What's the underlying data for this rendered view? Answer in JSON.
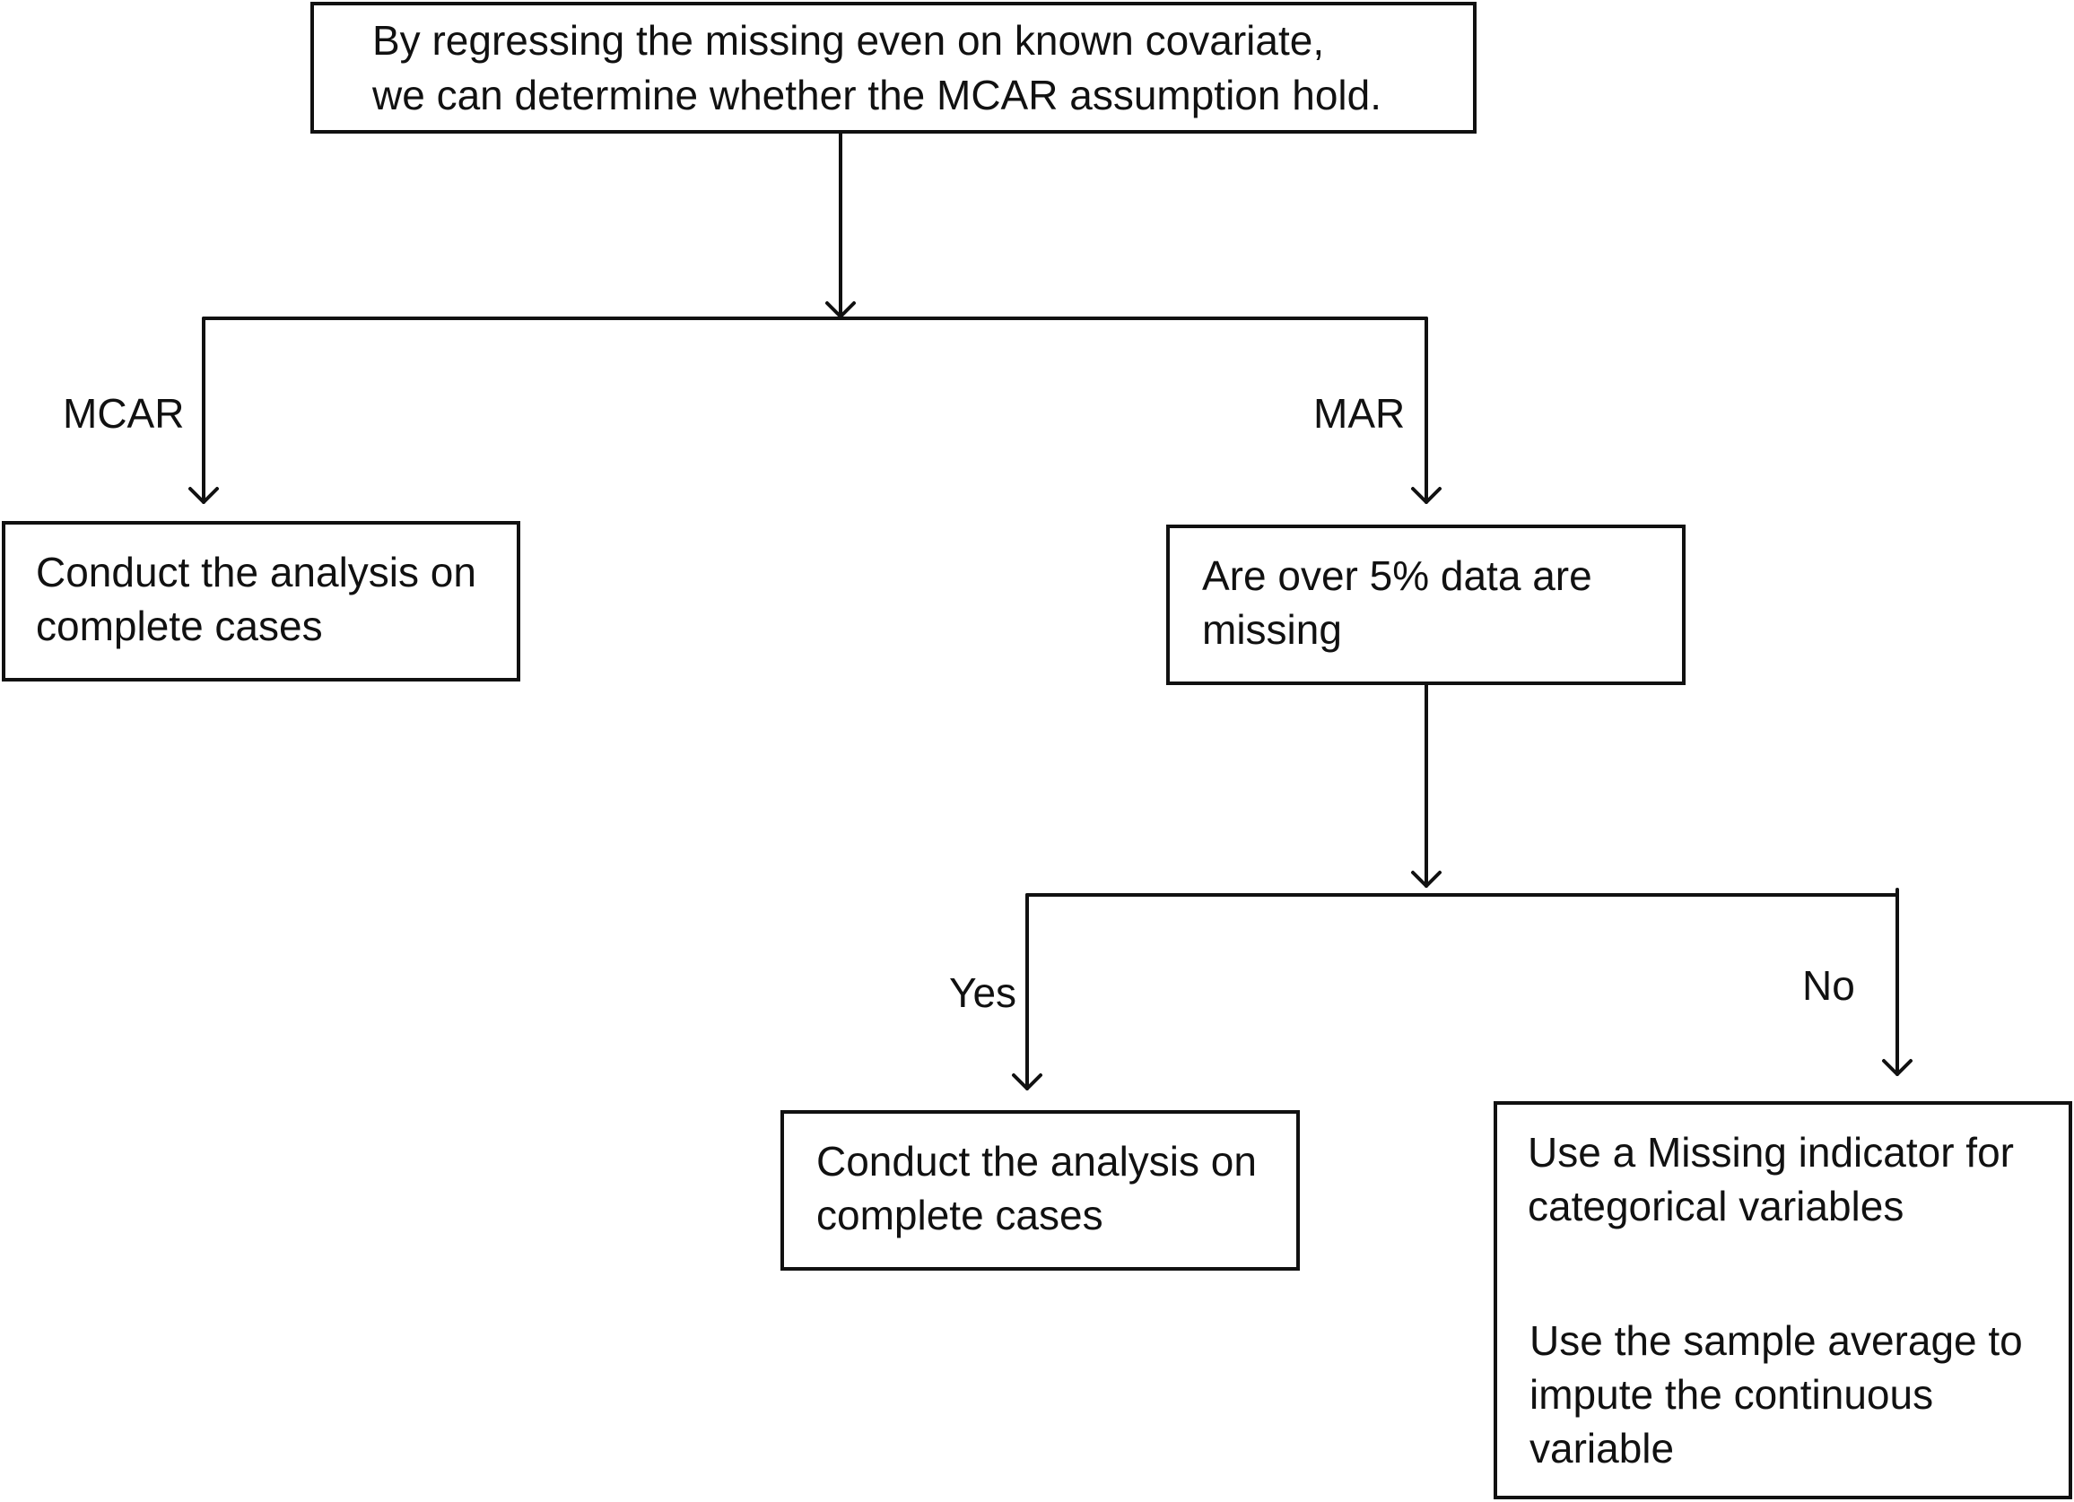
{
  "nodes": {
    "top": {
      "lines": [
        "By regressing the missing even on known covariate,",
        "we can determine whether the MCAR assumption hold."
      ]
    },
    "mcar_result": {
      "lines": [
        "Conduct the analysis on",
        "complete cases"
      ]
    },
    "mar_question": {
      "lines": [
        "Are over 5% data are",
        "missing"
      ]
    },
    "yes_result": {
      "lines": [
        "Conduct the analysis on",
        "complete cases"
      ]
    },
    "no_result": {
      "lines": [
        "Use a Missing indicator for",
        "categorical variables",
        "Use the sample average to",
        "impute the continuous",
        " variable"
      ]
    }
  },
  "edge_labels": {
    "mcar": "MCAR",
    "mar": "MAR",
    "yes": "Yes",
    "no": "No"
  },
  "colors": {
    "stroke": "#111111",
    "background": "#ffffff"
  }
}
